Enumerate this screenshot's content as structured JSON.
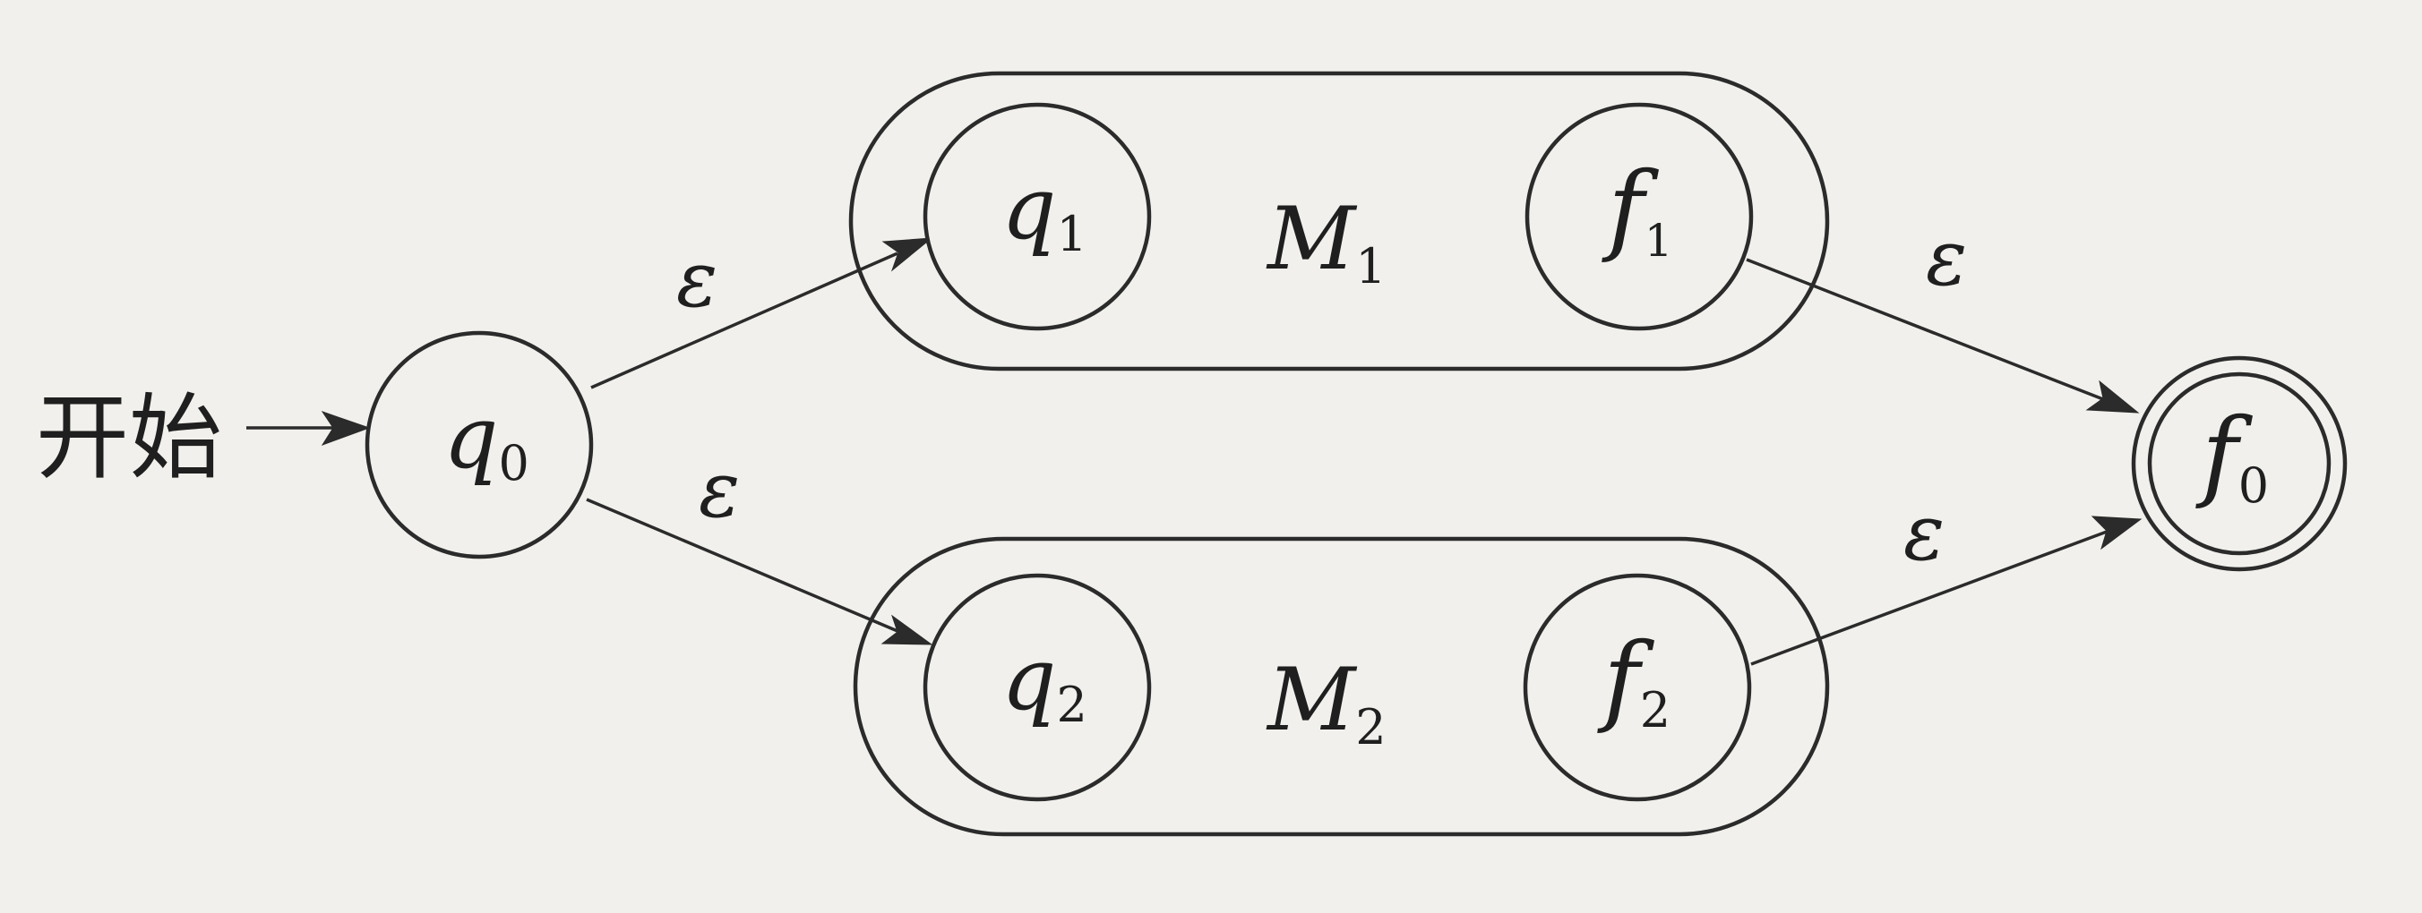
{
  "diagram": {
    "start_label": "开始",
    "nodes": {
      "q0": {
        "base": "q",
        "sub": "0"
      },
      "q1": {
        "base": "q",
        "sub": "1"
      },
      "f1": {
        "base": "f",
        "sub": "1"
      },
      "q2": {
        "base": "q",
        "sub": "2"
      },
      "f2": {
        "base": "f",
        "sub": "2"
      },
      "f0": {
        "base": "f",
        "sub": "0",
        "accepting": true
      }
    },
    "machines": {
      "m1": {
        "base": "M",
        "sub": "1"
      },
      "m2": {
        "base": "M",
        "sub": "2"
      }
    },
    "edges": [
      {
        "from": "q0",
        "to": "q1",
        "label": "ε"
      },
      {
        "from": "q0",
        "to": "q2",
        "label": "ε"
      },
      {
        "from": "f1",
        "to": "f0",
        "label": "ε"
      },
      {
        "from": "f2",
        "to": "f0",
        "label": "ε"
      }
    ]
  }
}
